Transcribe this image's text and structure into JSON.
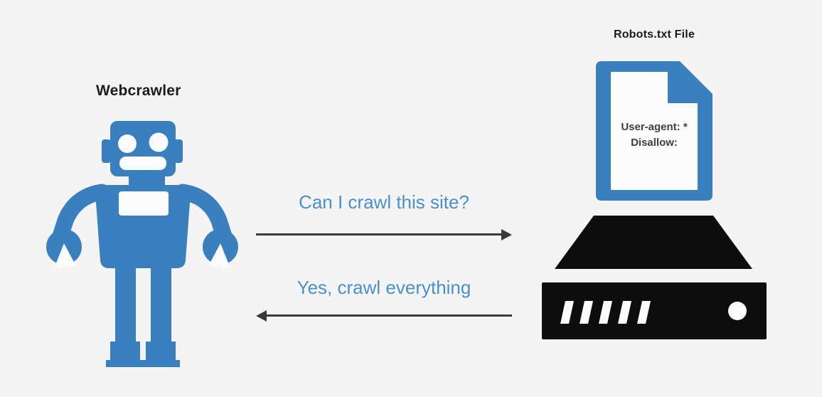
{
  "colors": {
    "background": "#f5f4f5",
    "robot_blue": "#3a80be",
    "message_blue": "#4a90cb",
    "icon_black": "#0d0d0d",
    "arrow_gray": "#3a3a3a",
    "title_black": "#1c1c1c",
    "file_text_gray": "#404040",
    "page_white": "#fcfbfc"
  },
  "diagram": {
    "crawler": {
      "title": "Webcrawler",
      "icon": "robot-icon"
    },
    "request": {
      "label": "Can I crawl this site?",
      "icon": "arrow-right-icon",
      "direction": "crawler-to-server"
    },
    "response": {
      "label": "Yes, crawl everything",
      "icon": "arrow-left-icon",
      "direction": "server-to-crawler"
    },
    "robots_file": {
      "title": "Robots.txt File",
      "icon": "document-icon",
      "lines": [
        "User-agent: *",
        "Disallow:"
      ]
    },
    "server": {
      "icon": "server-icon"
    }
  }
}
